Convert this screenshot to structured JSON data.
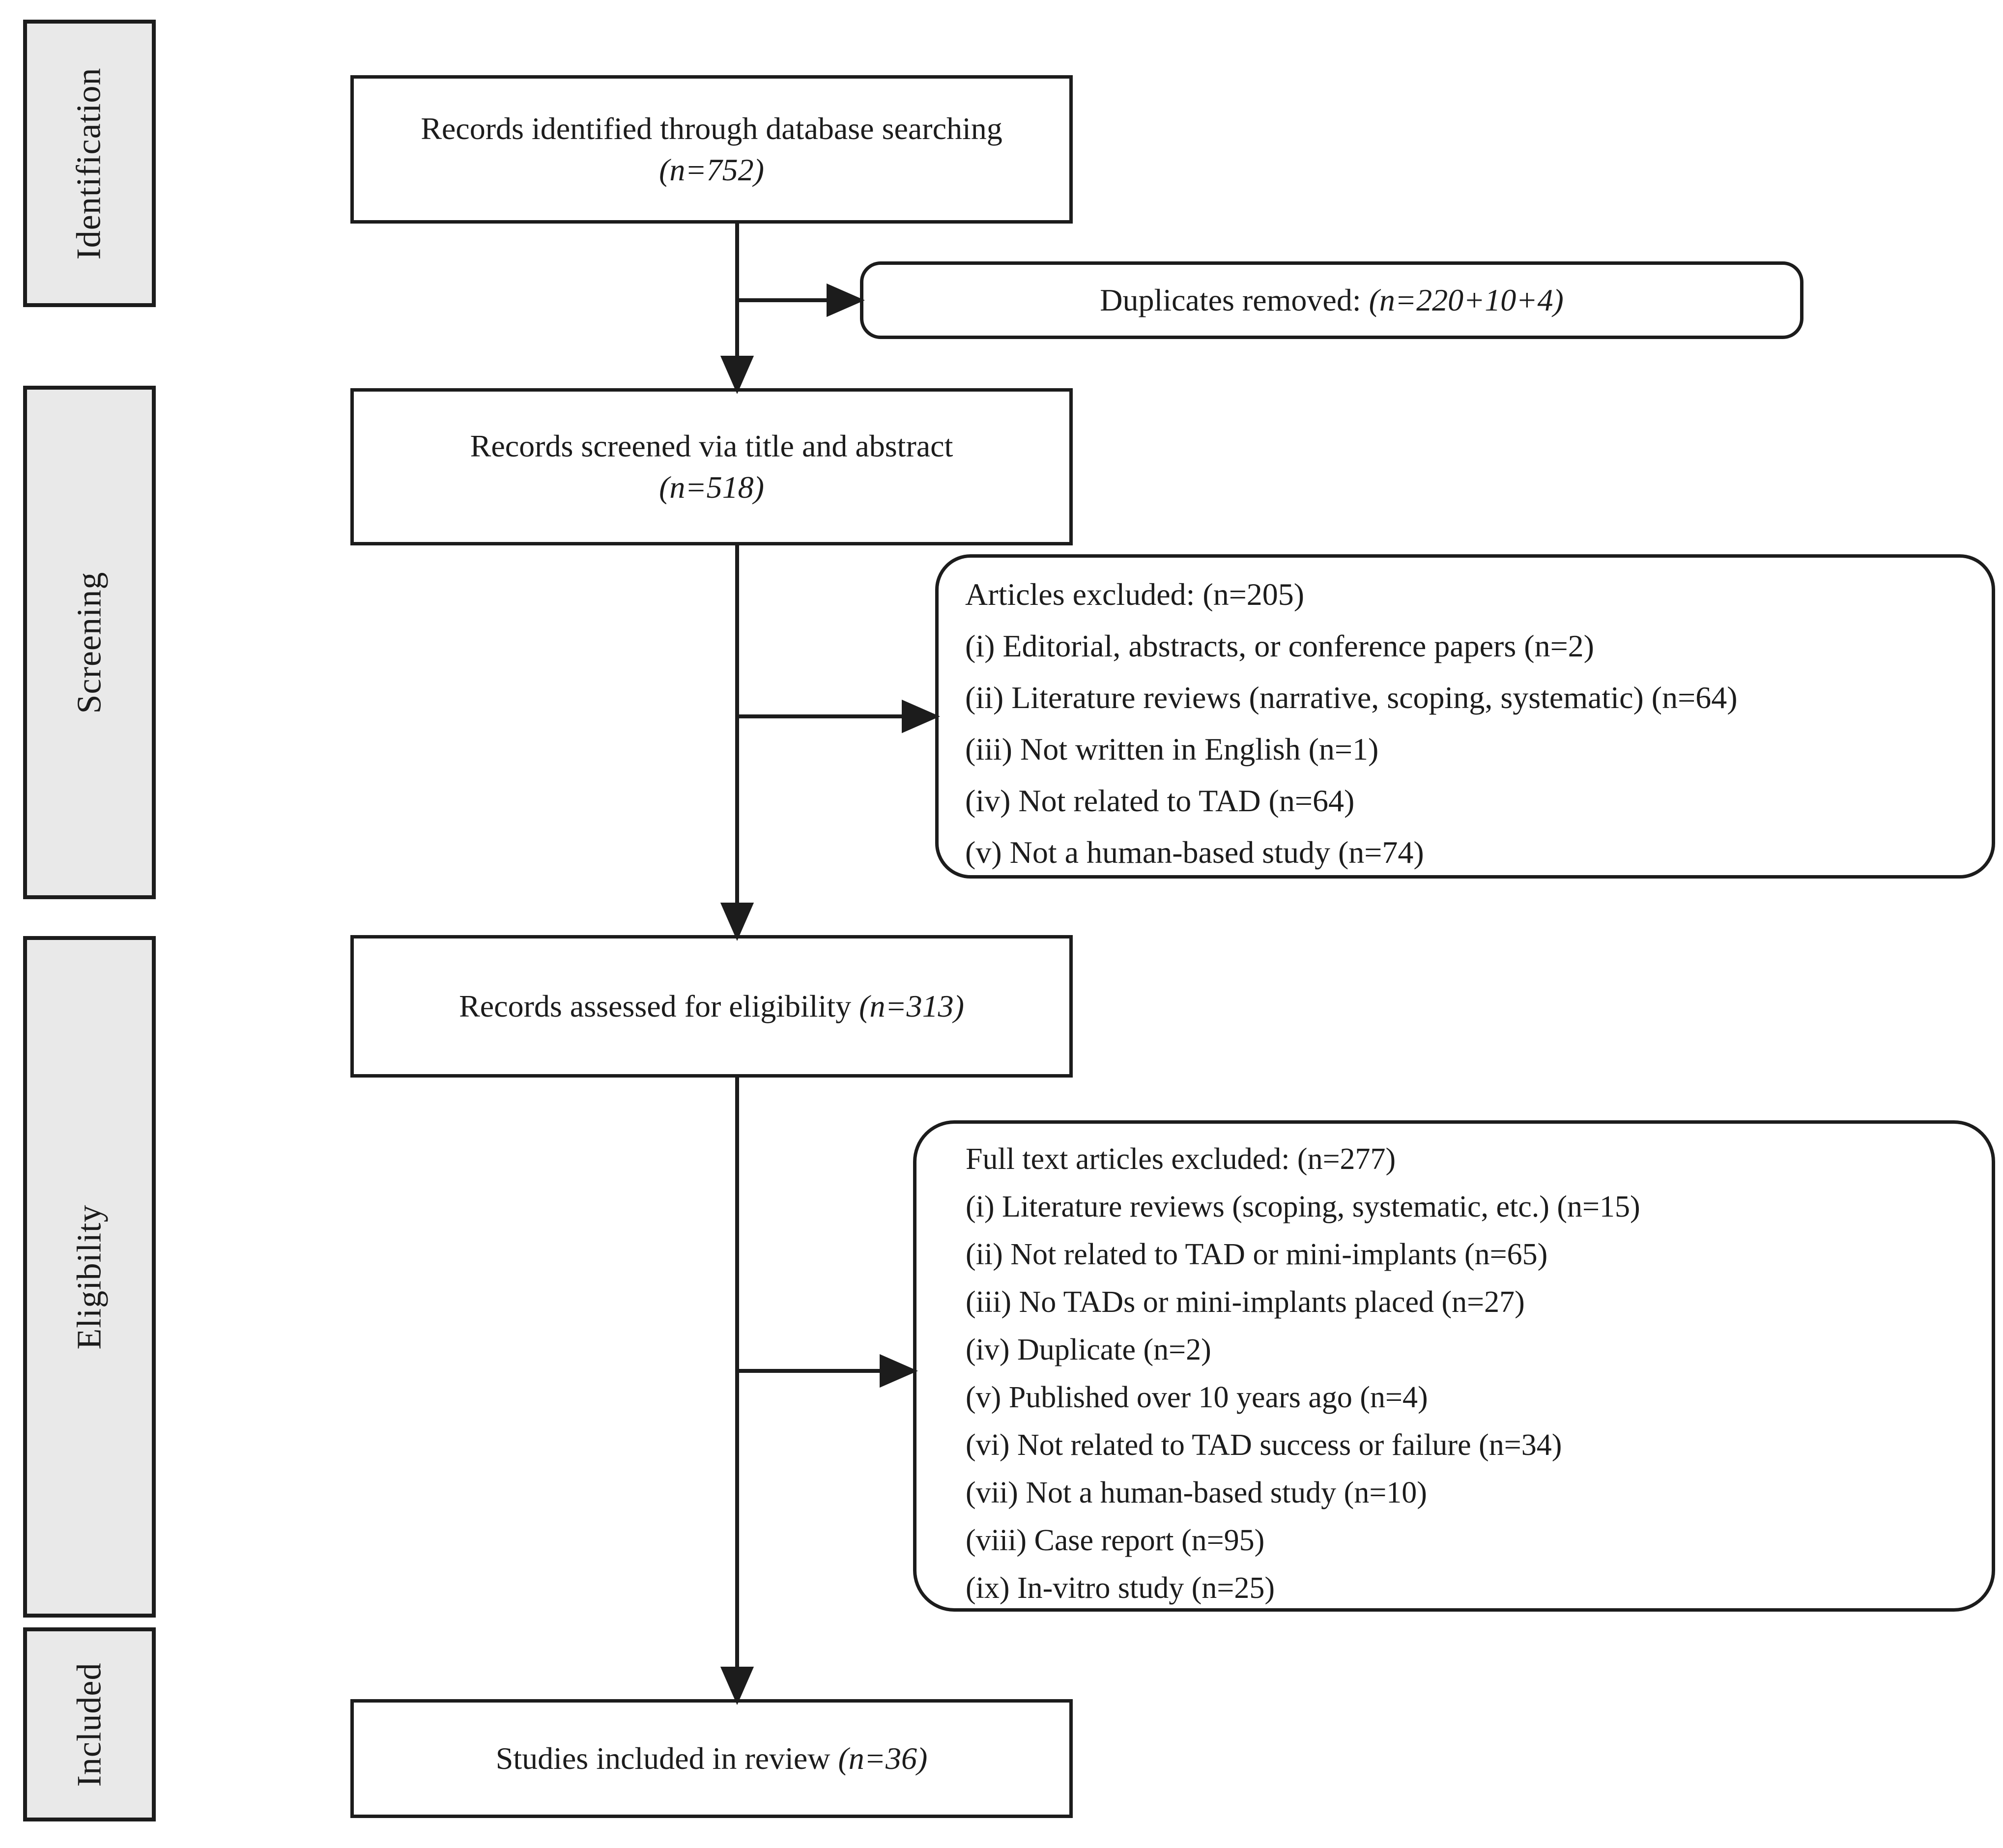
{
  "diagram": {
    "type": "prisma-flow",
    "colors": {
      "stage_fill": "#e9e9e9",
      "border": "#1c1c1c",
      "background": "#ffffff"
    },
    "stages": {
      "identification": "Identification",
      "screening": "Screening",
      "eligibility": "Eligibility",
      "included": "Included"
    },
    "boxes": {
      "records_identified": {
        "line1": "Records identified through database searching",
        "n": "(n=752)"
      },
      "duplicates_removed": {
        "prefix": "Duplicates removed: ",
        "n": "(n=220+10+4)"
      },
      "records_screened": {
        "line1": "Records screened via title and abstract",
        "n": "(n=518)"
      },
      "articles_excluded": {
        "heading": "Articles excluded: (n=205)",
        "items": [
          "(i) Editorial, abstracts, or conference papers (n=2)",
          "(ii) Literature reviews (narrative, scoping, systematic) (n=64)",
          "(iii) Not written in English (n=1)",
          "(iv) Not related to TAD (n=64)",
          "(v) Not a human-based study (n=74)"
        ]
      },
      "records_assessed": {
        "prefix": "Records assessed for eligibility ",
        "n": "(n=313)"
      },
      "fulltext_excluded": {
        "heading": "Full text articles excluded: (n=277)",
        "items": [
          "(i) Literature reviews (scoping, systematic, etc.) (n=15)",
          "(ii) Not related to TAD or mini-implants (n=65)",
          "(iii) No TADs or mini-implants placed (n=27)",
          "(iv) Duplicate (n=2)",
          "(v) Published over 10 years ago (n=4)",
          "(vi) Not related to TAD success or failure (n=34)",
          "(vii) Not a human-based study (n=10)",
          "(viii) Case report (n=95)",
          "(ix) In-vitro study (n=25)"
        ]
      },
      "studies_included": {
        "prefix": "Studies included in review ",
        "n": "(n=36)"
      }
    }
  }
}
